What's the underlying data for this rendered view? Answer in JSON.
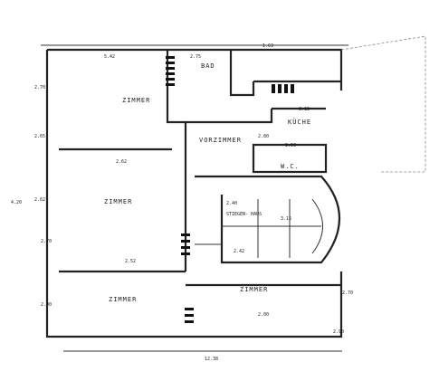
{
  "rooms": {
    "zimmer_top": "ZIMMER",
    "zimmer_mid": "ZIMMER",
    "zimmer_bottom": "ZIMMER",
    "bad": "BAD",
    "kuche": "KÜCHE",
    "vorzimmer": "VORZIMMER",
    "wc": "W.C.",
    "stiegenhaus": "STIEGEN-\nHAUS",
    "zimmer_right": "ZIMMER"
  },
  "dimensions": {
    "top_width": "5.42",
    "bad_top": "2.75",
    "right_top": "1.63",
    "kuche_width": "3.15",
    "vorzimmer_depth": "2.80",
    "wc_width": "3.50",
    "zimmer_right_depth": "2.00",
    "stair_width": "2.42",
    "bottom_total": "12.38",
    "left_h1": "2.70",
    "left_h2": "2.65",
    "left_h3": "4.20",
    "left_h4": "2.62",
    "left_h5": "2.70",
    "left_h6": "2.90",
    "stair_h": "3.15",
    "stair_w2": "2.40",
    "right_h1": "2.70",
    "right_h2": "2.90",
    "mid_a": "2.62",
    "mid_b": "2.52"
  }
}
